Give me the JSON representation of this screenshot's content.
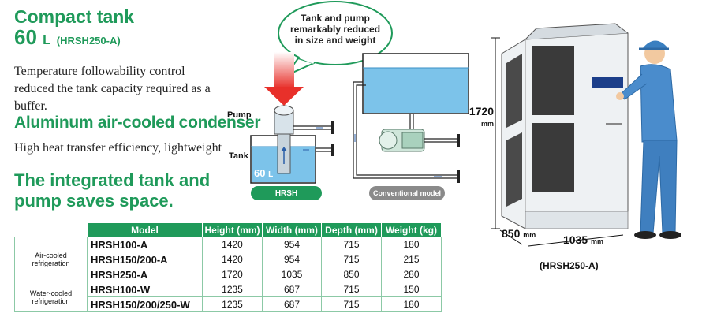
{
  "compact": {
    "title": "Compact tank",
    "big": "60",
    "unit": "L",
    "model": "(HRSH250-A)"
  },
  "para1": "Temperature followability control reduced the tank capacity required as a buffer.",
  "aluminum": {
    "title": "Aluminum air-cooled condenser",
    "text": "High heat transfer efficiency, lightweight"
  },
  "integrated": {
    "title": "The integrated tank and pump saves space."
  },
  "diagram": {
    "callout": "Tank and pump remarkably reduced in size and weight",
    "pump_label": "Pump",
    "tank_label": "Tank",
    "tank_volume": "60",
    "tank_unit": "L",
    "hrsh_label": "HRSH",
    "conventional_label": "Conventional model"
  },
  "product": {
    "height": "1720",
    "height_unit": "mm",
    "depth": "850",
    "depth_unit": "mm",
    "width": "1035",
    "width_unit": "mm",
    "caption": "(HRSH250-A)"
  },
  "table": {
    "headers": [
      "Model",
      "Height (mm)",
      "Width (mm)",
      "Depth (mm)",
      "Weight (kg)"
    ],
    "groups": [
      {
        "name": "Air-cooled refrigeration",
        "rows": [
          [
            "HRSH100-A",
            "1420",
            "954",
            "715",
            "180"
          ],
          [
            "HRSH150/200-A",
            "1420",
            "954",
            "715",
            "215"
          ],
          [
            "HRSH250-A",
            "1720",
            "1035",
            "850",
            "280"
          ]
        ]
      },
      {
        "name": "Water-cooled refrigeration",
        "rows": [
          [
            "HRSH100-W",
            "1235",
            "687",
            "715",
            "150"
          ],
          [
            "HRSH150/200/250-W",
            "1235",
            "687",
            "715",
            "180"
          ]
        ]
      }
    ]
  },
  "colors": {
    "green": "#1f9a5a",
    "water": "#7cc3ea",
    "arrow_red": "#e8302a"
  }
}
